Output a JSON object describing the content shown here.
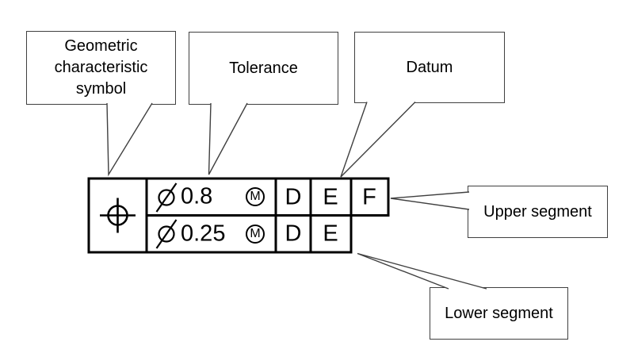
{
  "colors": {
    "background": "#ffffff",
    "frame_stroke": "#000000",
    "callout_border": "#404040",
    "text": "#000000"
  },
  "callouts": {
    "geometric": {
      "lines": [
        "Geometric",
        "characteristic",
        "symbol"
      ]
    },
    "tolerance": {
      "label": "Tolerance"
    },
    "datum": {
      "label": "Datum"
    },
    "upper_segment": {
      "label": "Upper segment"
    },
    "lower_segment": {
      "label": "Lower segment"
    }
  },
  "frame": {
    "characteristic_symbol_icon": "position-symbol",
    "upper": {
      "diameter_icon": "diameter-symbol",
      "tolerance_value": "0.8",
      "modifier": "M",
      "datums": [
        "D",
        "E",
        "F"
      ]
    },
    "lower": {
      "diameter_icon": "diameter-symbol",
      "tolerance_value": "0.25",
      "modifier": "M",
      "datums": [
        "D",
        "E"
      ]
    }
  }
}
